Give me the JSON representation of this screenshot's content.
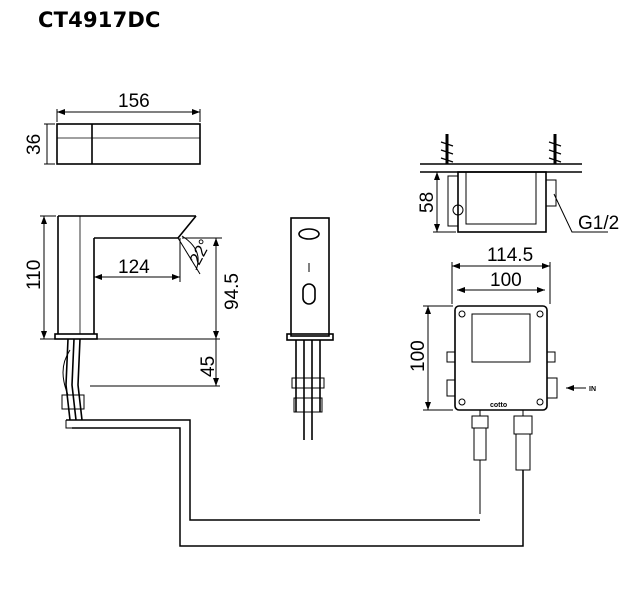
{
  "title": "CT4917DC",
  "dimensions": {
    "top_length": "156",
    "top_height": "36",
    "spout_height": "110",
    "spout_reach": "124",
    "spout_angle": "22°",
    "spout_drop": "94.5",
    "base_height": "45",
    "box_height": "58",
    "thread": "G1/2",
    "box_outer_width": "114.5",
    "box_inner_width": "100",
    "box_depth": "100"
  },
  "labels": {
    "brand": "cotto",
    "inlet": "IN"
  }
}
